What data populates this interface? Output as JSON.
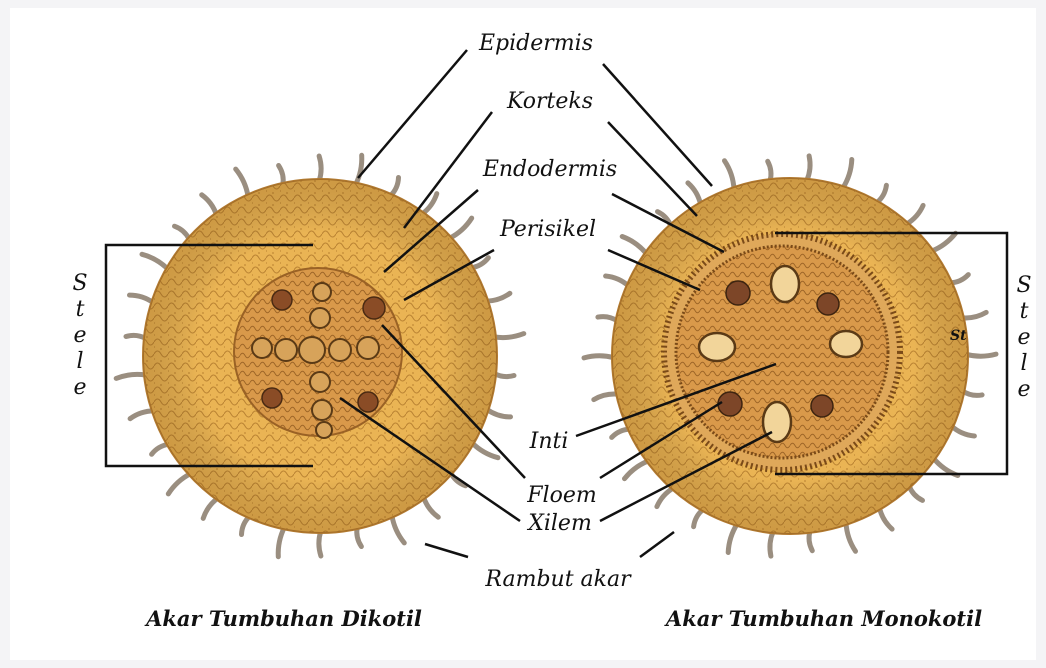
{
  "labels": {
    "epidermis": "Epidermis",
    "korteks": "Korteks",
    "endodermis": "Endodermis",
    "perisikel": "Perisikel",
    "inti": "Inti",
    "floem": "Floem",
    "xilem": "Xilem",
    "rambut_akar": "Rambut akar",
    "stele_left": "Stele",
    "stele_right": "Stele",
    "st_mark": "St"
  },
  "captions": {
    "dicot": "Akar Tumbuhan Dikotil",
    "monocot": "Akar Tumbuhan Monokotil"
  },
  "colors": {
    "background": "#f4f4f6",
    "cortex": "#e8b24f",
    "cortex_light": "#f0c46a",
    "cell_line": "#b07a2a",
    "stele": "#c98a3e",
    "hair": "#9a8a78",
    "line": "#111111"
  }
}
